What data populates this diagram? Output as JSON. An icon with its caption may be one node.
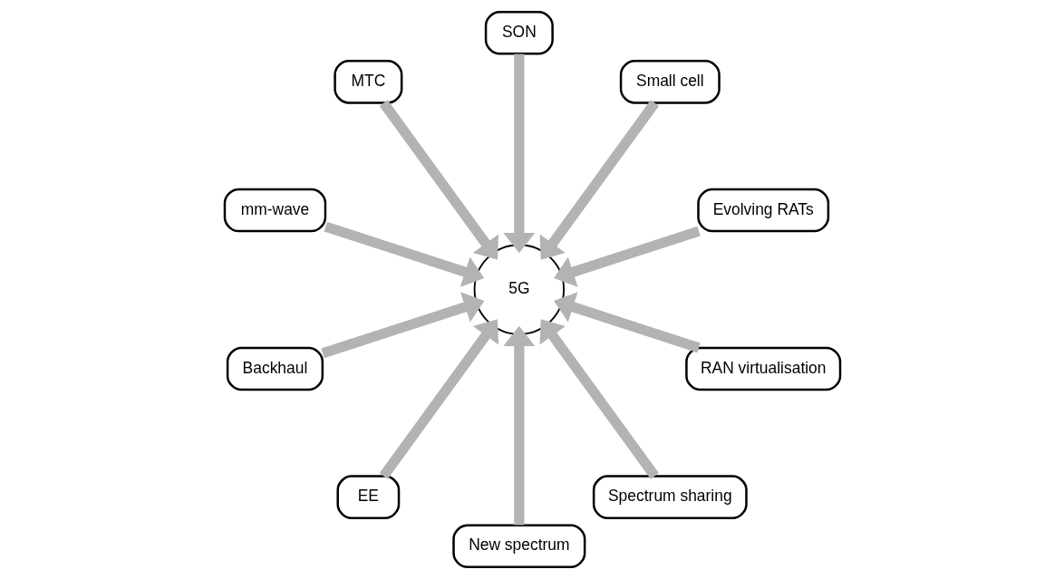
{
  "diagram": {
    "nodes": [
      {
        "text": [
          "Evolving RATs"
        ]
      },
      {
        "text": [
          "Small cell"
        ]
      },
      {
        "text": [
          "SON"
        ]
      },
      {
        "text": [
          "MTC"
        ]
      },
      {
        "text": [
          "mm-wave"
        ]
      },
      {
        "text": [
          "Backhaul"
        ]
      },
      {
        "text": [
          "EE"
        ]
      },
      {
        "text": [
          "New spectrum"
        ]
      },
      {
        "text": [
          "Spectrum sharing"
        ]
      },
      {
        "text": [
          "RAN virtualisation"
        ]
      },
      {
        "text": [
          "5G"
        ]
      }
    ],
    "edges": [
      {
        "from": 0,
        "to": 10,
        "arrow": "to"
      },
      {
        "from": 1,
        "to": 10,
        "arrow": "to"
      },
      {
        "from": 2,
        "to": 10,
        "arrow": "to"
      },
      {
        "from": 3,
        "to": 10,
        "arrow": "to"
      },
      {
        "from": 4,
        "to": 10,
        "arrow": "to"
      },
      {
        "from": 5,
        "to": 10,
        "arrow": "to"
      },
      {
        "from": 6,
        "to": 10,
        "arrow": "to"
      },
      {
        "from": 7,
        "to": 10,
        "arrow": "to"
      },
      {
        "from": 8,
        "to": 10,
        "arrow": "to"
      },
      {
        "from": 9,
        "to": 10,
        "arrow": "to"
      }
    ]
  }
}
